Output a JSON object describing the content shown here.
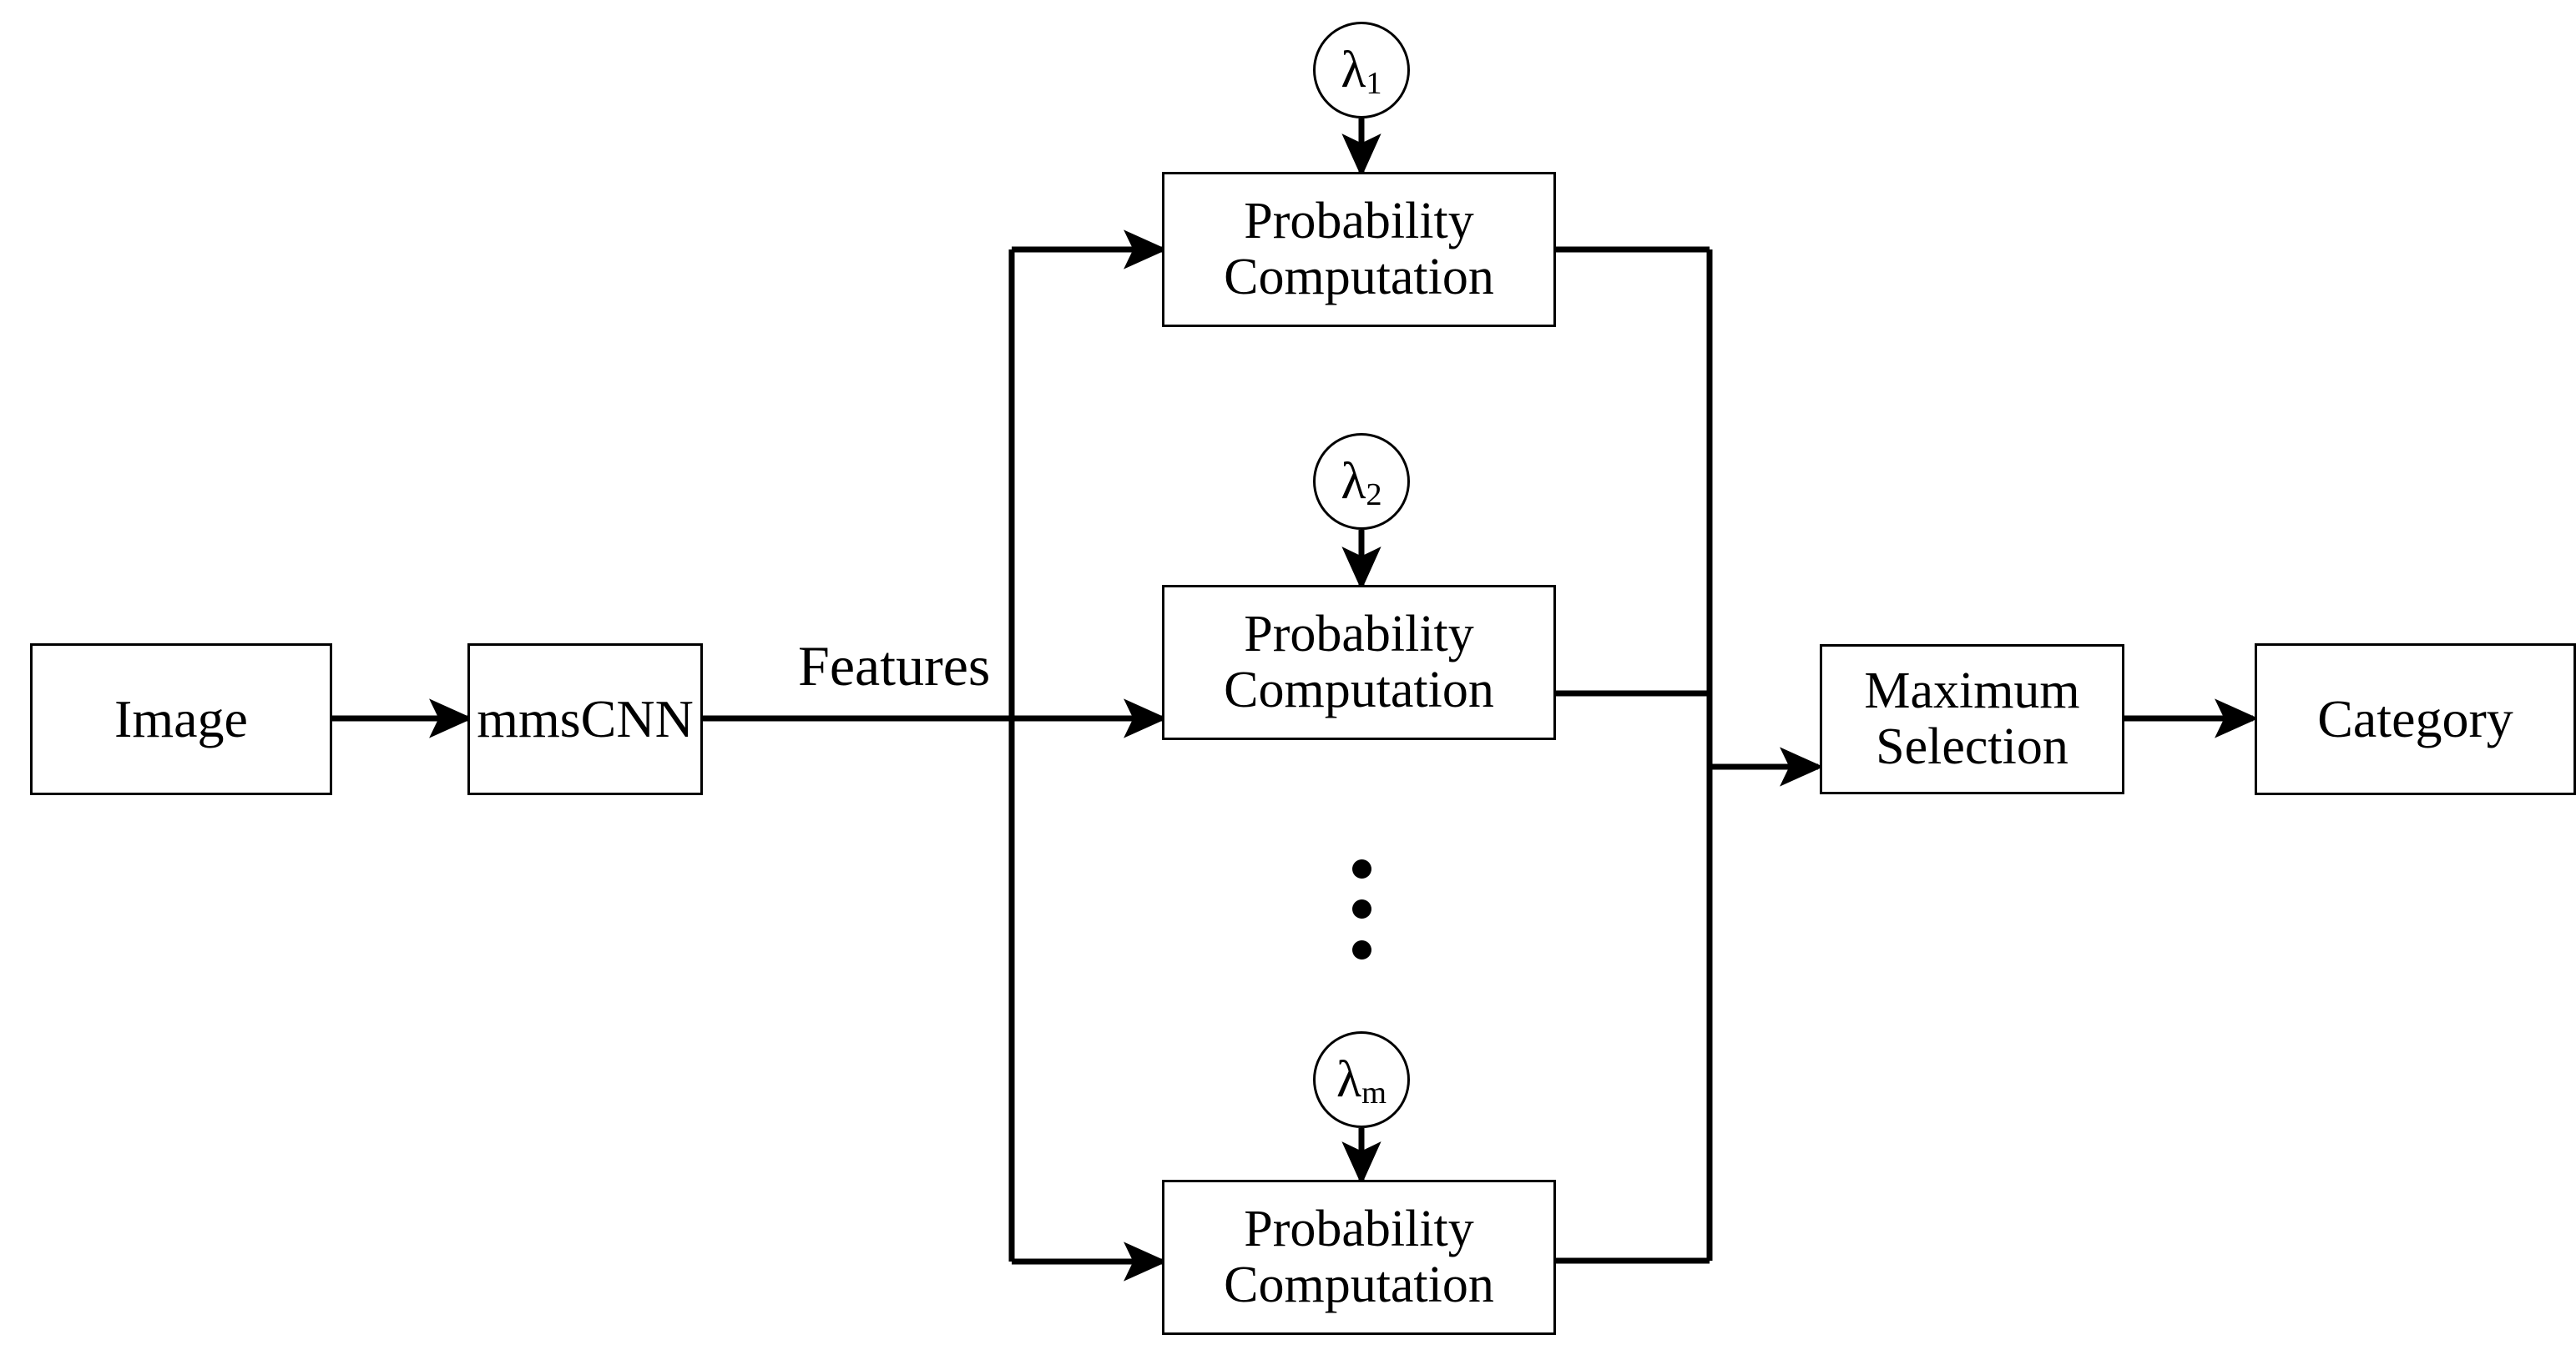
{
  "diagram": {
    "title_text_present": false,
    "background_color": "#ffffff",
    "line_color": "#000000",
    "box_border_color": "#000000",
    "nodes": {
      "image": {
        "label": "Image"
      },
      "mmscnn": {
        "label": "mmsCNN"
      },
      "prob1": {
        "label": "Probability\nComputation"
      },
      "prob2": {
        "label": "Probability\nComputation"
      },
      "prob3": {
        "label": "Probability\nComputation"
      },
      "maximum_selection": {
        "label": "Maximum\nSelection"
      },
      "category": {
        "label": "Category"
      }
    },
    "parameters": [
      {
        "id": "lambda1",
        "symbol": "λ",
        "subscript": "1"
      },
      {
        "id": "lambda2",
        "symbol": "λ",
        "subscript": "2"
      },
      {
        "id": "lambdam",
        "symbol": "λ",
        "subscript": "m"
      }
    ],
    "edge_labels": {
      "features": "Features"
    },
    "ellipsis": {
      "name": "vertical-ellipsis",
      "dot_count": 3
    }
  }
}
